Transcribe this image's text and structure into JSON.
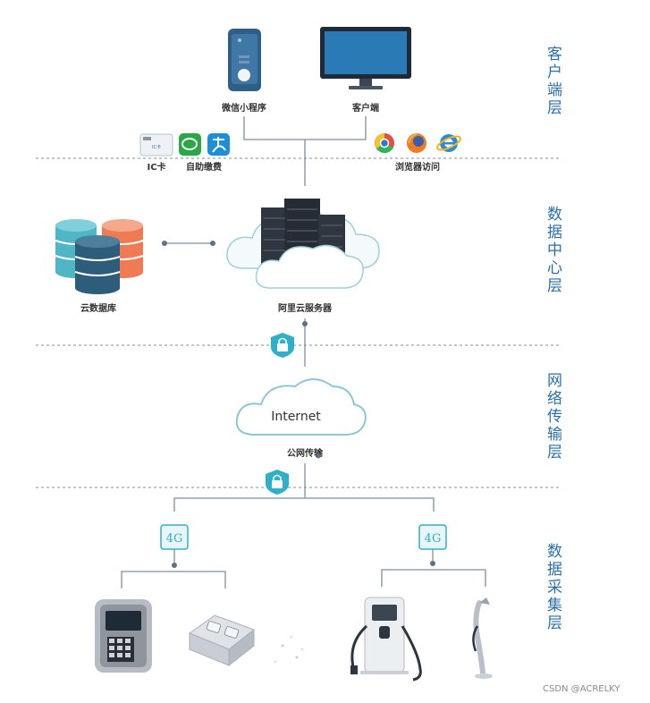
{
  "layers": {
    "client": "客户端层",
    "data_center": "数据中心层",
    "network": "网络传输层",
    "collection": "数据采集层"
  },
  "labels": {
    "wechat_mini": "微信小程序",
    "client_pc": "客户端",
    "ic_card": "IC卡",
    "self_pay": "自助缴费",
    "browser": "浏览器访问",
    "cloud_db": "云数据库",
    "aliyun_server": "阿里云服务器",
    "internet": "Internet",
    "public_net": "公网传输",
    "badge_4g_left": "4G",
    "badge_4g_right": "4G",
    "card_text": "IC卡"
  },
  "watermark": "CSDN @ACRELKY",
  "colors": {
    "accent": "#35a8c4",
    "layer_text": "#2b6fa8",
    "db_teal": "#4fb6c6",
    "db_orange": "#ef7b55",
    "db_navy": "#2d5d7b",
    "server": "#2f3640",
    "cloud_stroke": "#9fcfdc",
    "lock": "#2fb0c8",
    "badge_4g": "#33aec8"
  }
}
